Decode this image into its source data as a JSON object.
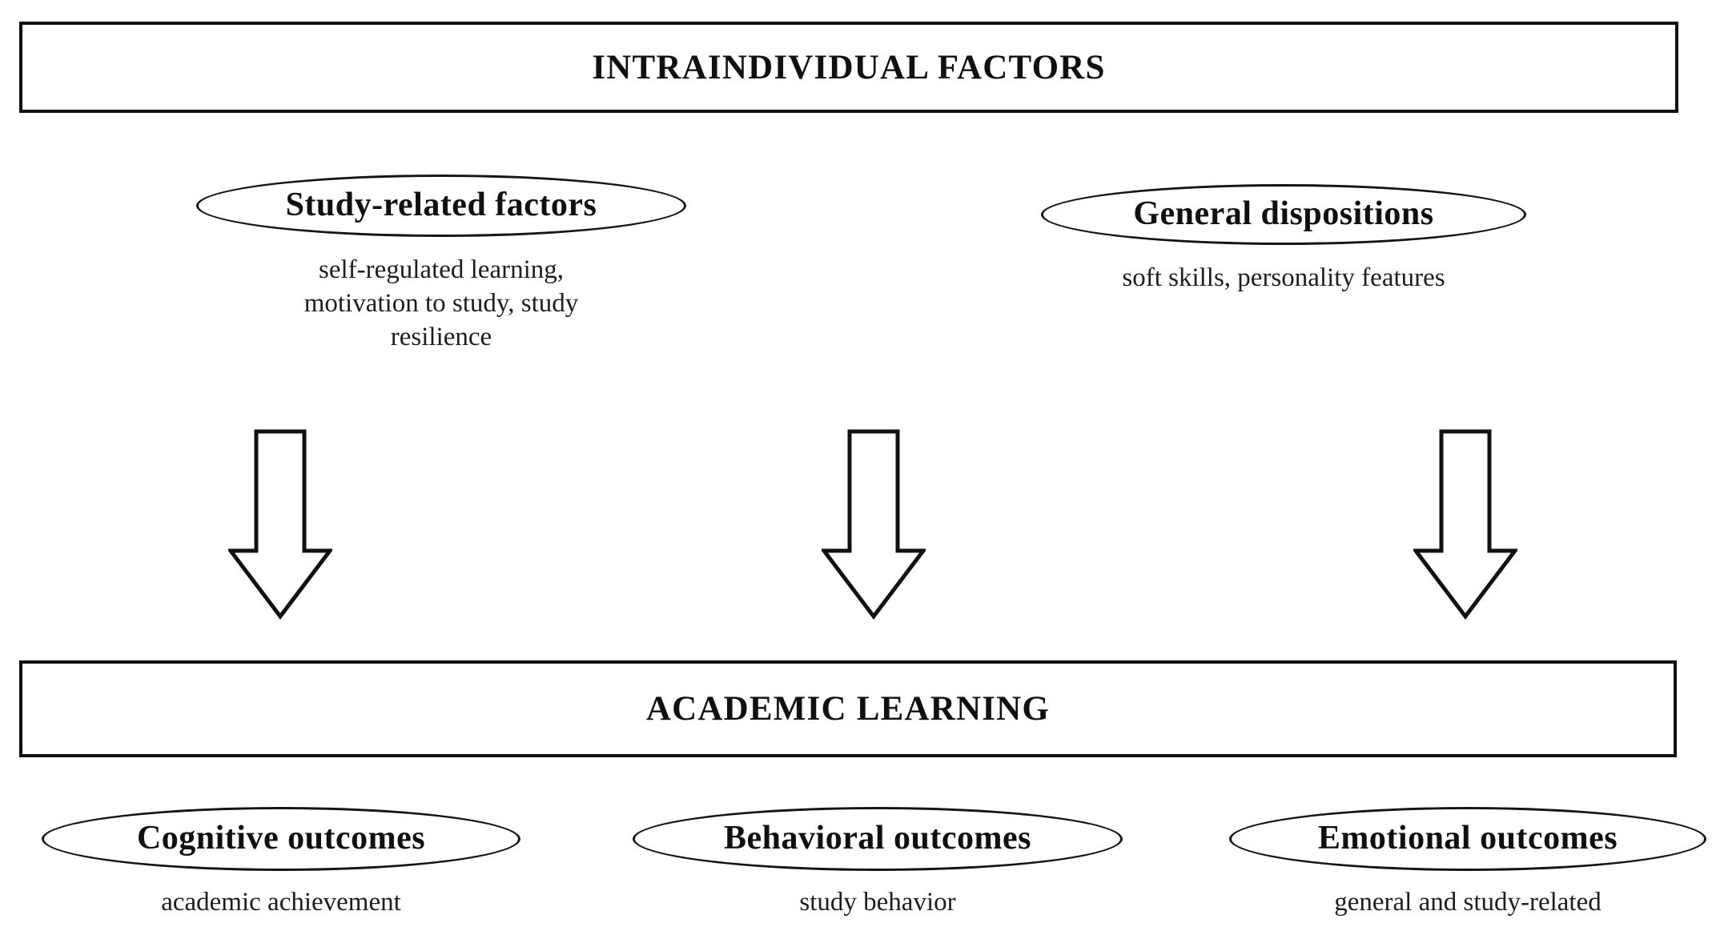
{
  "diagram": {
    "title": "Intraindividual factors and academic learning model",
    "background_color": "#ffffff",
    "line_color": "#111111",
    "text_color": "#101010"
  },
  "banners": {
    "top": {
      "label": "INTRAINDIVIDUAL FACTORS"
    },
    "bottom": {
      "label": "ACADEMIC LEARNING"
    }
  },
  "top_nodes": [
    {
      "label": "Study-related  factors",
      "caption": "self-regulated learning,\nmotivation to study, study\nresilience"
    },
    {
      "label": "General dispositions",
      "caption": "soft skills,  personality features"
    }
  ],
  "bottom_nodes": [
    {
      "label": "Cognitive  outcomes",
      "caption": "academic achievement"
    },
    {
      "label": "Behavioral outcomes",
      "caption": "study behavior"
    },
    {
      "label": "Emotional outcomes",
      "caption": "general and study-related"
    }
  ],
  "arrows": [
    {
      "name": "arrow-down-left",
      "direction": "down"
    },
    {
      "name": "arrow-down-middle",
      "direction": "down"
    },
    {
      "name": "arrow-down-right",
      "direction": "down"
    }
  ]
}
